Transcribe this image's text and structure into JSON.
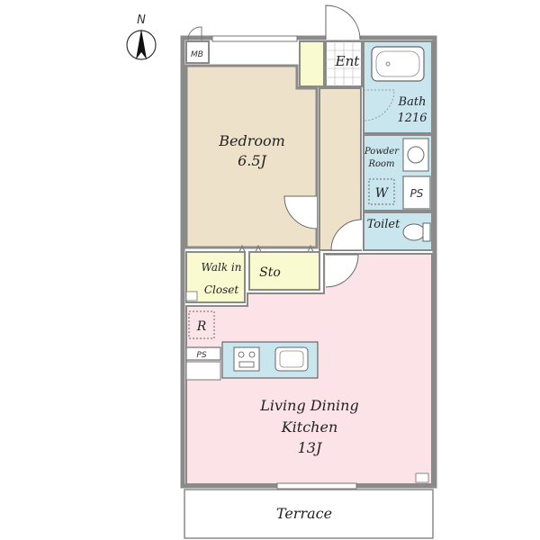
{
  "compass": {
    "north": "N"
  },
  "rooms": {
    "bedroom": {
      "name": "Bedroom",
      "size": "6.5J"
    },
    "walk_in_closet": {
      "line1": "Walk in",
      "line2": "Closet"
    },
    "storage": {
      "name": "Sto"
    },
    "entrance": {
      "name": "Ent"
    },
    "bath": {
      "name": "Bath",
      "size": "1216"
    },
    "powder_room": {
      "line1": "Powder",
      "line2": "Room"
    },
    "washer": {
      "name": "W"
    },
    "pipe_space_1": {
      "name": "PS"
    },
    "toilet": {
      "name": "Toilet"
    },
    "refrigerator": {
      "name": "R"
    },
    "pipe_space_2": {
      "name": "PS"
    },
    "ldk": {
      "line1": "Living Dining",
      "line2": "Kitchen",
      "size": "13J"
    },
    "terrace": {
      "name": "Terrace"
    },
    "meter_box": {
      "name": "MB"
    }
  },
  "colors": {
    "wall": "#8a8a8a",
    "bedroom": "#ede2c9",
    "closet": "#fafad0",
    "wet_area": "#c9e6ee",
    "ldk": "#fce3e8",
    "terrace": "#ffffff"
  }
}
